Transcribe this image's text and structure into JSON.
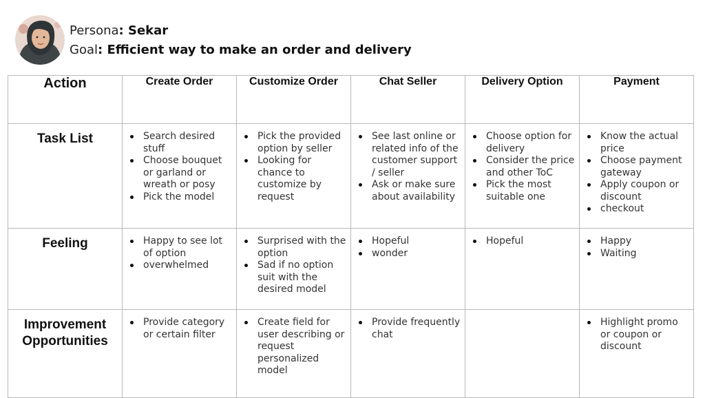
{
  "header": {
    "persona_prefix": "Persona",
    "persona_name": ": Sekar",
    "goal_prefix": "Goal",
    "goal_text": ": Efficient way to make an order and delivery"
  },
  "table": {
    "corner_label": "Action",
    "columns": [
      "Create Order",
      "Customize Order",
      "Chat Seller",
      "Delivery Option",
      "Payment"
    ],
    "rows": [
      {
        "label": "Task List",
        "cells": [
          [
            "Search desired stuff",
            "Choose bouquet or garland or wreath or posy",
            "Pick the model"
          ],
          [
            "Pick the provided option by seller",
            "Looking for chance to customize by request"
          ],
          [
            "See last online or related info of the customer support / seller",
            "Ask or make sure about availability"
          ],
          [
            "Choose option for delivery",
            "Consider the price and other ToC",
            "Pick the most suitable one"
          ],
          [
            "Know the actual price",
            "Choose payment gateway",
            "Apply coupon or discount",
            "checkout"
          ]
        ]
      },
      {
        "label": "Feeling",
        "cells": [
          [
            "Happy to see lot of option",
            "overwhelmed"
          ],
          [
            "Surprised with the option",
            "Sad if no option suit with the desired model"
          ],
          [
            "Hopeful",
            "wonder"
          ],
          [
            "Hopeful"
          ],
          [
            "Happy",
            "Waiting"
          ]
        ]
      },
      {
        "label": "Improvement Opportunities",
        "cells": [
          [
            "Provide category or certain filter"
          ],
          [
            "Create field for user describing or request personalized model"
          ],
          [
            "Provide frequently chat"
          ],
          [],
          [
            "Highlight promo or coupon or discount"
          ]
        ]
      }
    ]
  }
}
